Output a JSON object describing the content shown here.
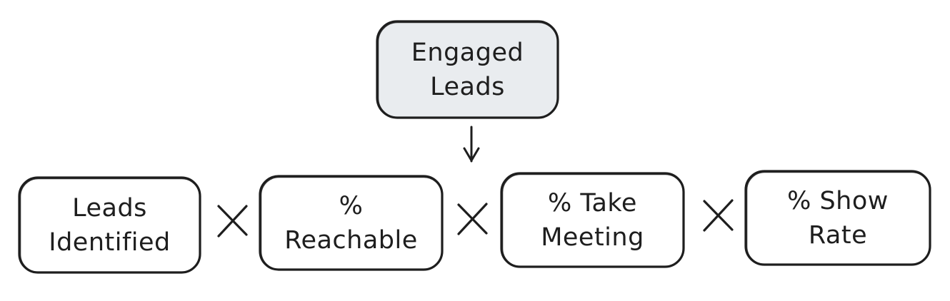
{
  "diagram": {
    "top_node": {
      "lines": [
        "Engaged",
        "Leads"
      ],
      "fill": "#e9ecef"
    },
    "factors": [
      {
        "lines": [
          "Leads",
          "Identified"
        ]
      },
      {
        "lines": [
          "%",
          "Reachable"
        ]
      },
      {
        "lines": [
          "% Take",
          "Meeting"
        ]
      },
      {
        "lines": [
          "% Show",
          "Rate"
        ]
      }
    ],
    "operators": [
      "×",
      "×",
      "×"
    ],
    "stroke_color": "#1e1e1e",
    "box_fill": "#ffffff"
  }
}
